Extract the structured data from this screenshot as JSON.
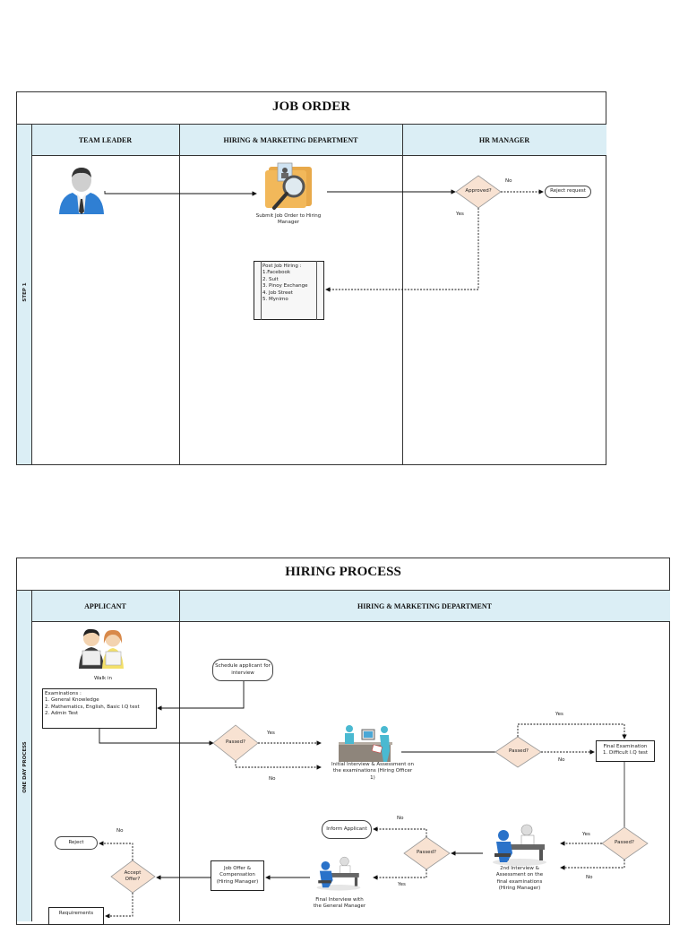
{
  "job_order": {
    "title": "JOB ORDER",
    "side_label": "STEP 1",
    "lanes": [
      "TEAM LEADER",
      "HIRING & MARKETING DEPARTMENT",
      "HR MANAGER"
    ],
    "submit_label": "Submit Job Order to Hiring Manager",
    "decision": "Approved?",
    "yes": "Yes",
    "no": "No",
    "reject": "Reject request",
    "post_hiring": {
      "heading": "Post Job Hiring :",
      "items": [
        "1.Facebook",
        "2. Suit",
        "3. Pinoy Exchange",
        "4. Job Street",
        "5. Mynimo"
      ]
    }
  },
  "hiring_process": {
    "title": "HIRING PROCESS",
    "side_label": "ONE DAY PROCESS",
    "lanes": [
      "APPLICANT",
      "HIRING & MARKETING DEPARTMENT"
    ],
    "walk_in": "Walk in",
    "schedule": "Schedule applicant for interview",
    "examinations": {
      "heading": "Examinations :",
      "items": [
        "1. General Knowledge",
        "2. Mathematics, English, Basic I.Q test",
        "2. Admin Test"
      ]
    },
    "passed1": "Passed?",
    "initial_interview": "Initial Interview & Assessment on the examinations (Hiring Officer 1)",
    "passed2": "Passed?",
    "final_exam": [
      "Final Examination",
      "1. Difficult I.Q test"
    ],
    "passed3": "Passed?",
    "second_interview": "2nd Interview & Assessment on the final examinations (Hiring Manager)",
    "passed4": "Passed?",
    "inform": "Inform Applicant",
    "final_interview": "Final Interview with the General Manager",
    "job_offer": "Job Offer & Compensation (Hiring Manager)",
    "accept": "Accept Offer?",
    "reject": "Reject",
    "requirements": "Requirements",
    "yes": "Yes",
    "no": "No"
  }
}
